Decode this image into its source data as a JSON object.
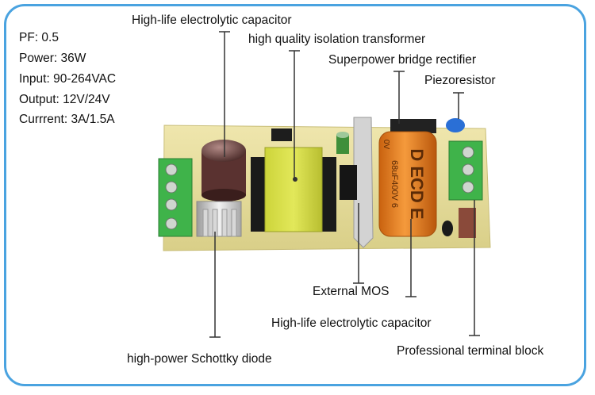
{
  "specs": {
    "pf": "PF: 0.5",
    "power": "Power: 36W",
    "input": "Input: 90-264VAC",
    "output": "Output: 12V/24V",
    "current": "Currrent: 3A/1.5A"
  },
  "callouts": {
    "cap_top": "High-life electrolytic capacitor",
    "transformer": "high quality isolation transformer",
    "rectifier": "Superpower bridge rectifier",
    "piezoresistor": "Piezoresistor",
    "external_mos": "External MOS",
    "cap_bottom": "High-life electrolytic capacitor",
    "terminal_block": "Professional terminal block",
    "schottky": "high-power Schottky diode"
  },
  "photo": {
    "big_cap_print_1": "D ECD E",
    "big_cap_print_2": "68uF400V 6",
    "big_cap_print_3": "0V"
  },
  "colors": {
    "frame": "#4aa3e0",
    "pcb": "#e8dfa0",
    "transformer": "#d9e04a",
    "big_capacitor": "#f08a2a",
    "terminal_block": "#3fb34a",
    "varistor": "#2a6fd6"
  }
}
